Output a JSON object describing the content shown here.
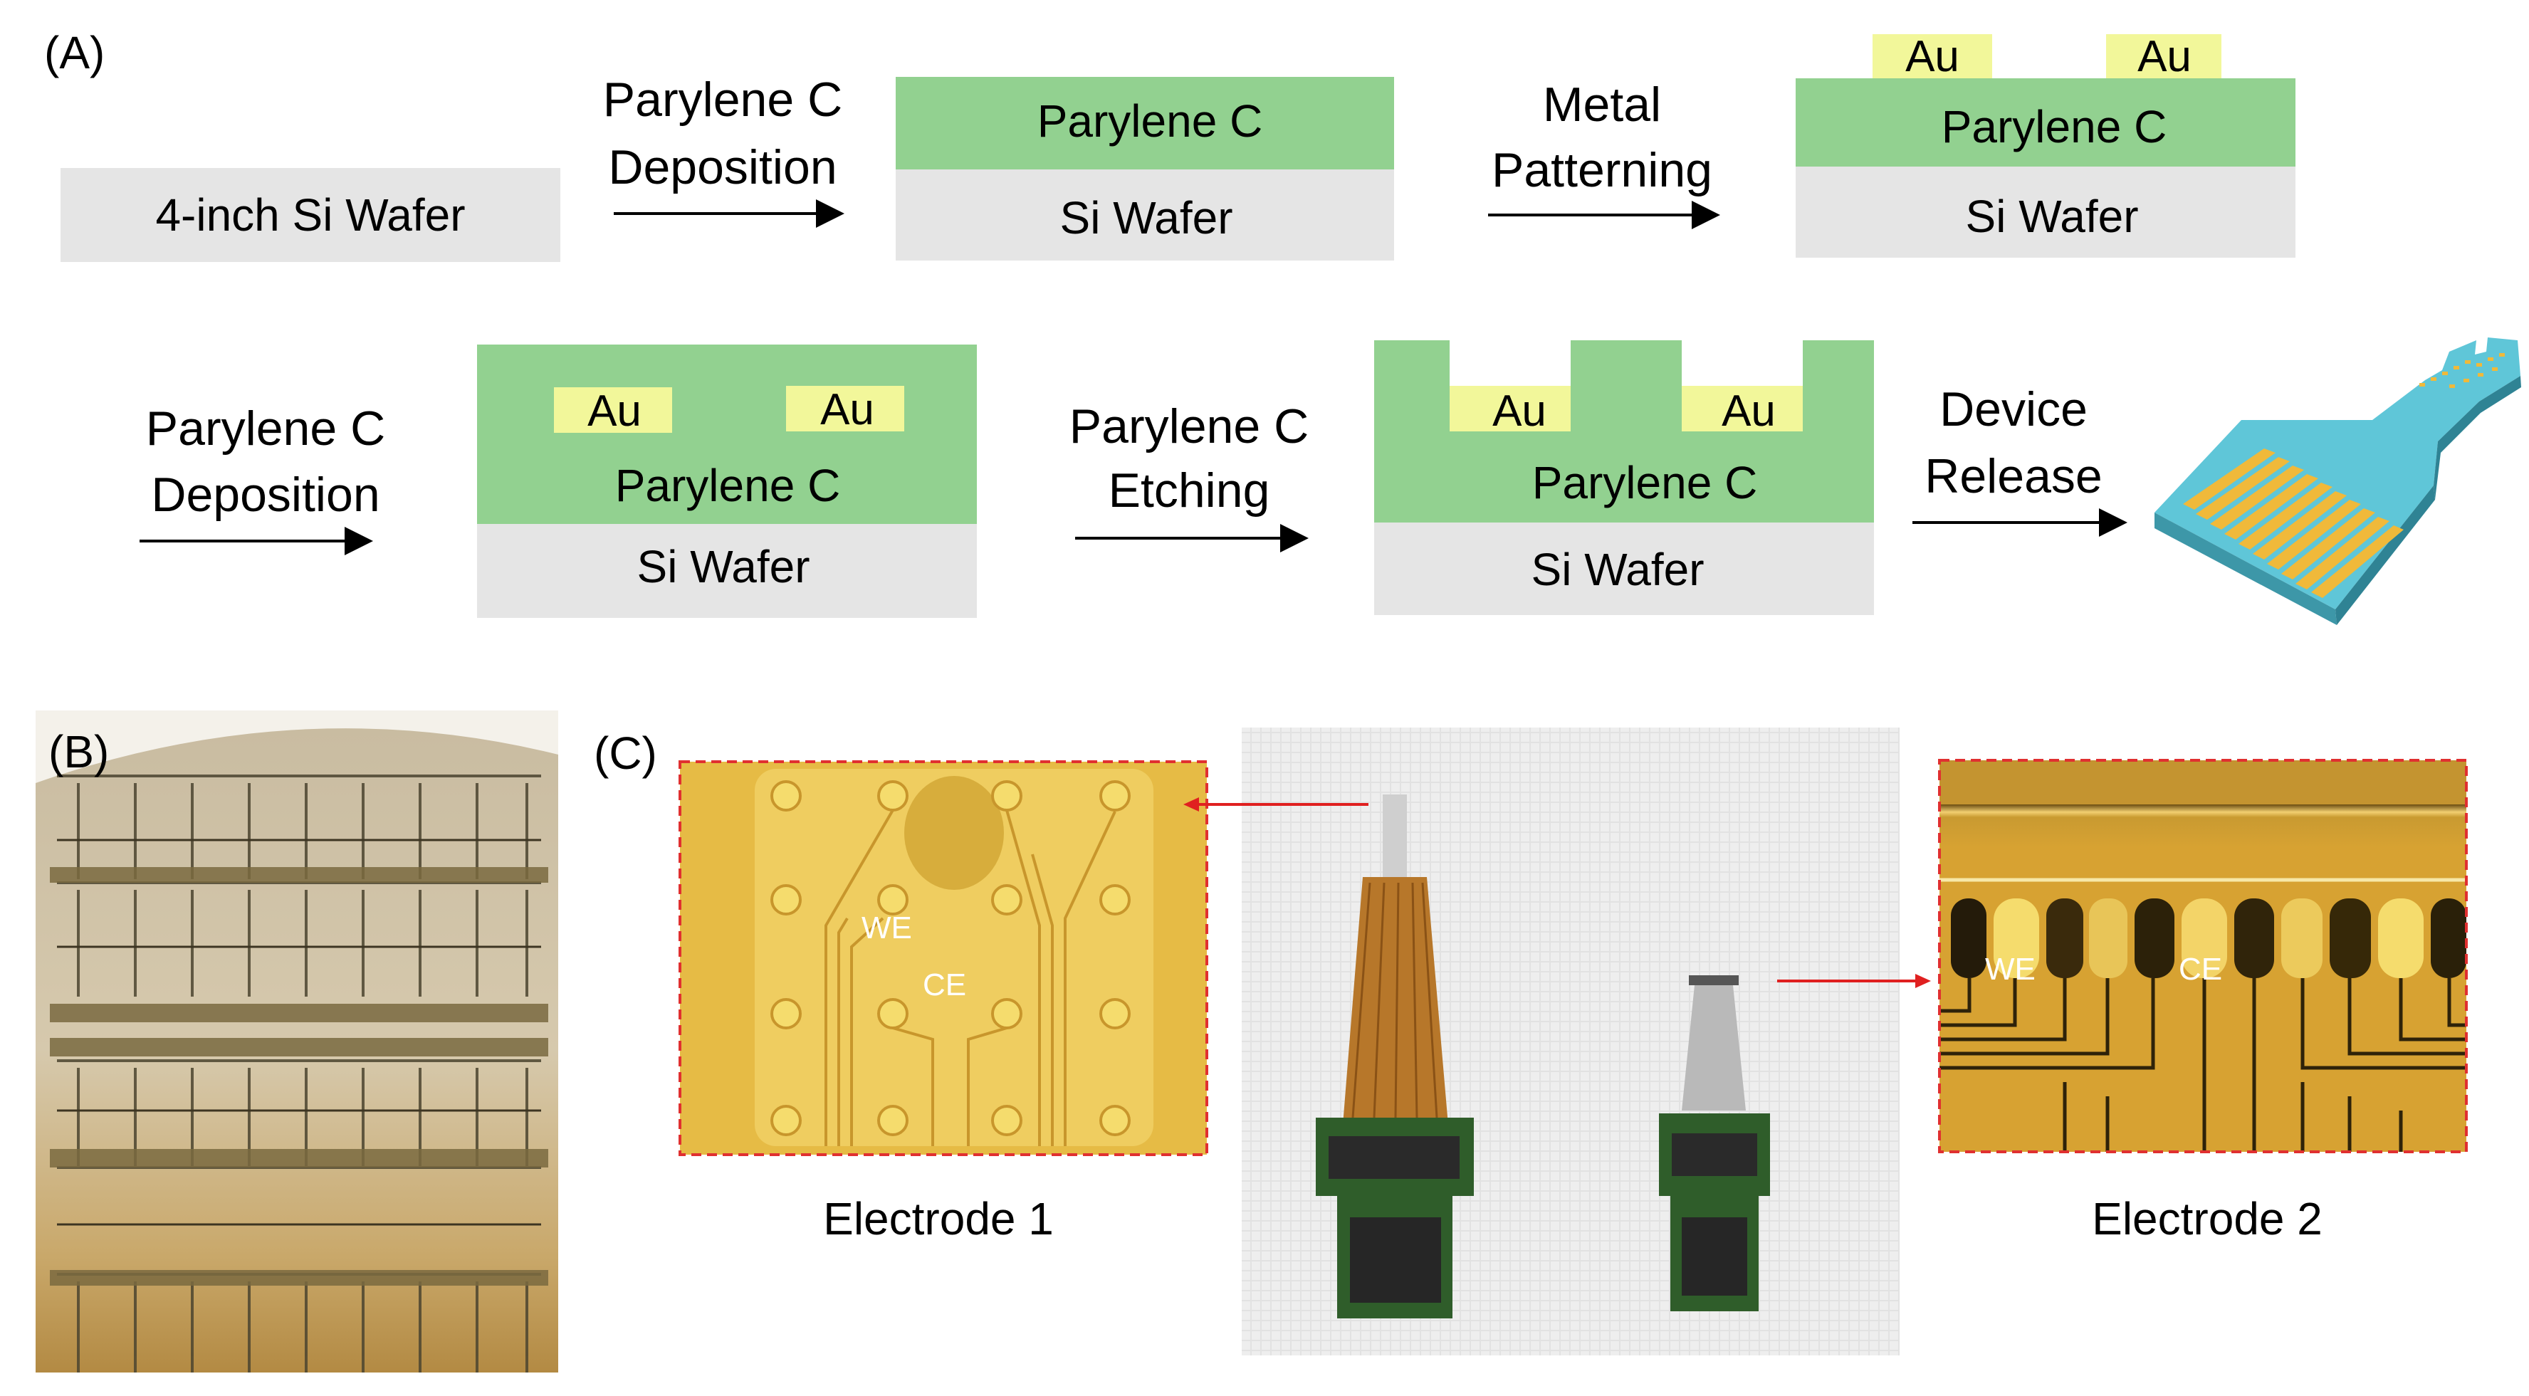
{
  "panels": {
    "a_label": "(A)",
    "b_label": "(B)",
    "c_label": "(C)"
  },
  "steps": {
    "wafer": "4-inch Si Wafer",
    "arrow1": [
      "Parylene C",
      "Deposition"
    ],
    "stack1": {
      "top": "Parylene C",
      "bottom": "Si Wafer"
    },
    "arrow2": [
      "Metal",
      "Patterning"
    ],
    "stack2": {
      "metal_left": "Au",
      "metal_right": "Au",
      "top": "Parylene C",
      "bottom": "Si Wafer"
    },
    "arrow3": [
      "Parylene C",
      "Deposition"
    ],
    "stack3": {
      "metal_left": "Au",
      "metal_right": "Au",
      "top": "Parylene C",
      "bottom": "Si Wafer"
    },
    "arrow4": [
      "Parylene C",
      "Etching"
    ],
    "stack4": {
      "metal_left": "Au",
      "metal_right": "Au",
      "top": "Parylene C",
      "bottom": "Si Wafer"
    },
    "arrow5": [
      "Device",
      "Release"
    ]
  },
  "panel_c": {
    "electrode1_title": "Electrode 1",
    "electrode2_title": "Electrode 2",
    "e1_we": "WE",
    "e1_ce": "CE",
    "e2_we": "WE",
    "e2_ce": "CE"
  },
  "colors": {
    "parylene": "#92d190",
    "si": "#e5e5e5",
    "au_label_bg": "#f2f79a",
    "device": "#5fc6d8",
    "gold_pad": "#f0b93a",
    "zoom_border": "#e03030",
    "arrow": "#e02020"
  }
}
